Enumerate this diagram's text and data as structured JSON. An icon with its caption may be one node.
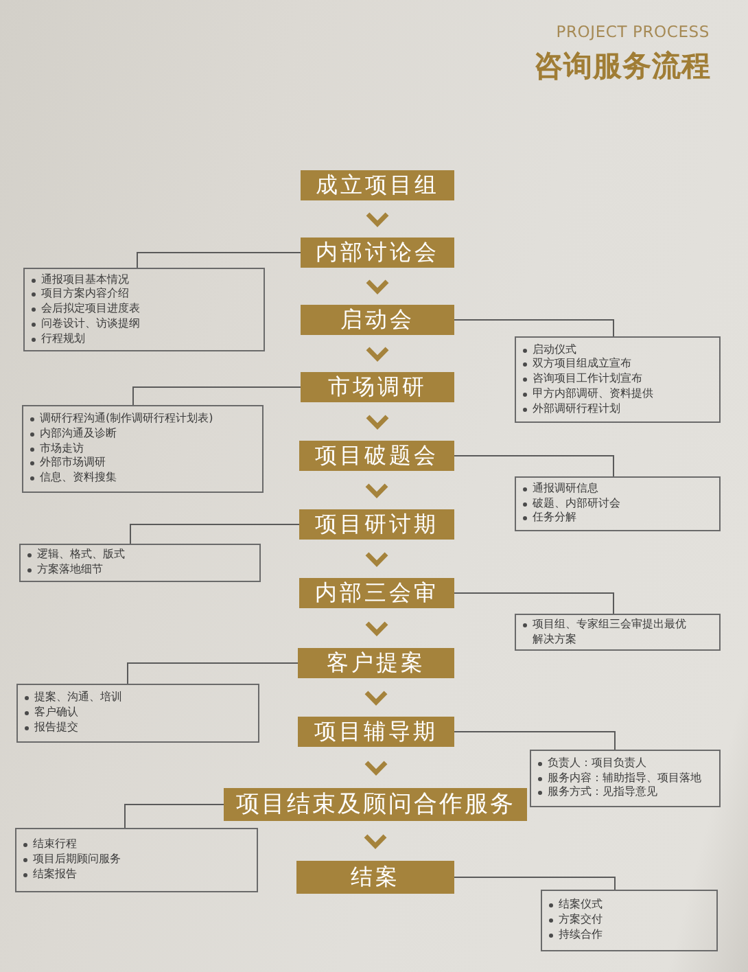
{
  "diagram": {
    "title": "咨询服务流程",
    "nodes": [
      {
        "text": [
          "成立项目组"
        ]
      },
      {
        "text": [
          "内部讨论会"
        ]
      },
      {
        "text": [
          "通报项目基本情况",
          "项目方案内容介绍",
          "会后拟定项目进度表",
          "问卷设计、访谈提纲",
          "行程规划"
        ]
      },
      {
        "text": [
          "启动会"
        ]
      },
      {
        "text": [
          "启动仪式",
          "双方项目组成立宣布",
          "咨询项目工作计划宣布",
          "甲方内部调研、资料提供",
          "外部调研行程计划"
        ]
      },
      {
        "text": [
          "市场调研"
        ]
      },
      {
        "text": [
          "调研行程沟通(制作调研行程计划表)",
          "内部沟通及诊断",
          "市场走访",
          "外部市场调研",
          "信息、资料搜集"
        ]
      },
      {
        "text": [
          "项目破题会"
        ]
      },
      {
        "text": [
          "通报调研信息",
          "破题、内部研讨会",
          "任务分解"
        ]
      },
      {
        "text": [
          "项目研讨期"
        ]
      },
      {
        "text": [
          "逻辑、格式、版式",
          "方案落地细节"
        ]
      },
      {
        "text": [
          "内部三会审"
        ]
      },
      {
        "text": [
          "项目组、专家组三会审提出最优解决方案"
        ]
      },
      {
        "text": [
          "客户提案"
        ]
      },
      {
        "text": [
          "提案、沟通、培训",
          "客户确认",
          "报告提交"
        ]
      },
      {
        "text": [
          "项目辅导期"
        ]
      },
      {
        "text": [
          "负责人：项目负责人",
          "服务内容：辅助指导、项目落地",
          "服务方式：见指导意见"
        ]
      },
      {
        "text": [
          "项目结束及顾问合作服务"
        ]
      },
      {
        "text": [
          "结束行程",
          "项目后期顾问服务",
          "结案报告"
        ]
      },
      {
        "text": [
          "结案"
        ]
      },
      {
        "text": [
          "结案仪式",
          "方案交付",
          "持续合作"
        ]
      }
    ],
    "edges": [
      {
        "from": 0,
        "to": 1,
        "arrow": "to",
        "style": "thick",
        "color": "#a5833c"
      },
      {
        "from": 1,
        "to": 2,
        "arrow": "none"
      },
      {
        "from": 1,
        "to": 3,
        "arrow": "to",
        "style": "thick",
        "color": "#a5833c"
      },
      {
        "from": 3,
        "to": 4,
        "arrow": "none"
      },
      {
        "from": 3,
        "to": 5,
        "arrow": "to",
        "style": "thick",
        "color": "#a5833c"
      },
      {
        "from": 5,
        "to": 6,
        "arrow": "none"
      },
      {
        "from": 5,
        "to": 7,
        "arrow": "to",
        "style": "thick",
        "color": "#a5833c"
      },
      {
        "from": 7,
        "to": 8,
        "arrow": "none"
      },
      {
        "from": 7,
        "to": 9,
        "arrow": "to",
        "style": "thick",
        "color": "#a5833c"
      },
      {
        "from": 9,
        "to": 10,
        "arrow": "none"
      },
      {
        "from": 9,
        "to": 11,
        "arrow": "to",
        "style": "thick",
        "color": "#a5833c"
      },
      {
        "from": 11,
        "to": 12,
        "arrow": "none"
      },
      {
        "from": 11,
        "to": 13,
        "arrow": "to",
        "style": "thick",
        "color": "#a5833c"
      },
      {
        "from": 13,
        "to": 14,
        "arrow": "none"
      },
      {
        "from": 13,
        "to": 15,
        "arrow": "to",
        "style": "thick",
        "color": "#a5833c"
      },
      {
        "from": 15,
        "to": 16,
        "arrow": "none"
      },
      {
        "from": 15,
        "to": 17,
        "arrow": "to",
        "style": "thick",
        "color": "#a5833c"
      },
      {
        "from": 17,
        "to": 18,
        "arrow": "none"
      },
      {
        "from": 17,
        "to": 19,
        "arrow": "to",
        "style": "thick",
        "color": "#a5833c"
      },
      {
        "from": 19,
        "to": 20,
        "arrow": "none"
      }
    ],
    "labels": [
      "PROJECT PROCESS"
    ]
  }
}
